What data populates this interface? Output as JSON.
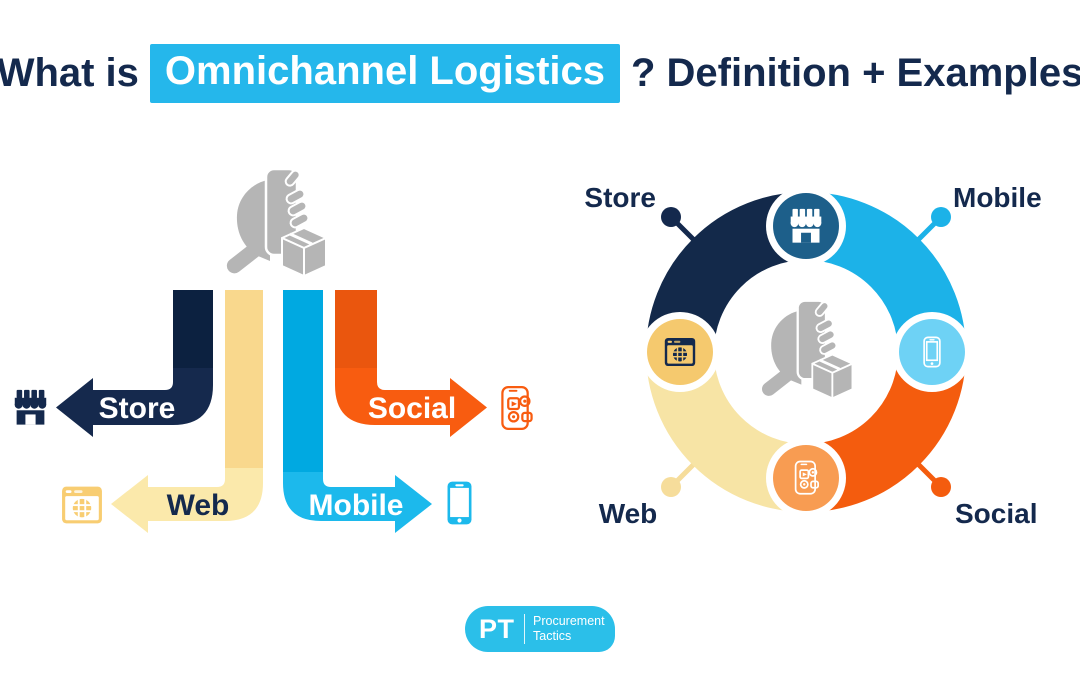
{
  "title": {
    "prefix": "What is",
    "highlight": "Omnichannel Logistics",
    "suffix": "? Definition + Examples"
  },
  "flow_diagram": {
    "center_icon": "hand-holding-phone-and-package-icon",
    "channels": [
      {
        "id": "store",
        "label": "Store",
        "direction": "left",
        "icon": "storefront-icon",
        "bar_color": "#0c2140",
        "arrow_color": "#15294d",
        "label_color": "#ffffff"
      },
      {
        "id": "web",
        "label": "Web",
        "direction": "left",
        "icon": "web-browser-icon",
        "bar_color": "#f9d88d",
        "arrow_color": "#fbe9ab",
        "label_color": "#14294d"
      },
      {
        "id": "mobile",
        "label": "Mobile",
        "direction": "right",
        "icon": "smartphone-icon",
        "bar_color": "#00a9e1",
        "arrow_color": "#1cb9ec",
        "label_color": "#ffffff"
      },
      {
        "id": "social",
        "label": "Social",
        "direction": "right",
        "icon": "social-media-phone-icon",
        "bar_color": "#ea560e",
        "arrow_color": "#f85c10",
        "label_color": "#ffffff"
      }
    ]
  },
  "cycle_diagram": {
    "center_icon": "hand-holding-phone-and-package-icon",
    "segments": [
      {
        "id": "store",
        "label": "Store",
        "position": "top-left",
        "arc_color": "#13294a",
        "badge_color": "#1d5f8a",
        "connector_color": "#14294d",
        "icon": "storefront-icon"
      },
      {
        "id": "mobile",
        "label": "Mobile",
        "position": "top-right",
        "arc_color": "#1cb2e8",
        "badge_color": "#6ed2f5",
        "connector_color": "#1cb2e8",
        "icon": "smartphone-icon"
      },
      {
        "id": "social",
        "label": "Social",
        "position": "bottom-right",
        "arc_color": "#f45c0e",
        "badge_color": "#f89c52",
        "connector_color": "#f45c0e",
        "icon": "social-media-phone-icon"
      },
      {
        "id": "web",
        "label": "Web",
        "position": "bottom-left",
        "arc_color": "#f7e4a5",
        "badge_color": "#f5c96e",
        "connector_color": "#f6dd9b",
        "icon": "web-browser-icon"
      }
    ],
    "label_color": "#14294d"
  },
  "logo": {
    "abbr": "PT",
    "name_line1": "Procurement",
    "name_line2": "Tactics",
    "bg_color": "#2bbfe9"
  },
  "colors": {
    "title_navy": "#14294d",
    "highlight_bg": "#25b7eb",
    "highlight_text": "#ffffff",
    "icon_gray": "#b5b5b5",
    "store_tip_icon": "#14294d",
    "web_tip_icon": "#f8cd72",
    "mobile_tip_icon": "#1cb9ec",
    "social_tip_icon": "#f85c10"
  }
}
